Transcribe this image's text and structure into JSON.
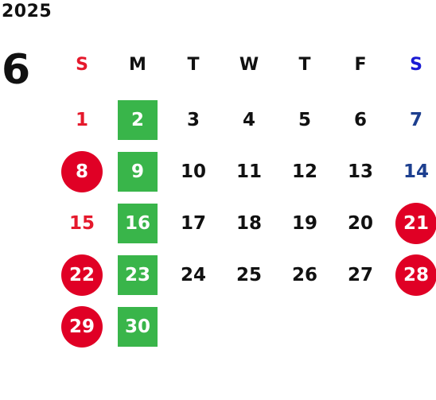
{
  "year": "2025",
  "month": "6",
  "weekdays": [
    "S",
    "M",
    "T",
    "W",
    "T",
    "F",
    "S"
  ],
  "weeks": [
    [
      "1",
      "2",
      "3",
      "4",
      "5",
      "6",
      "7"
    ],
    [
      "8",
      "9",
      "10",
      "11",
      "12",
      "13",
      "14"
    ],
    [
      "15",
      "16",
      "17",
      "18",
      "19",
      "20",
      "21"
    ],
    [
      "22",
      "23",
      "24",
      "25",
      "26",
      "27",
      "28"
    ],
    [
      "29",
      "30",
      "",
      "",
      "",
      "",
      ""
    ]
  ],
  "colors": {
    "sunday_text": "#e5192c",
    "saturday_text": "#1d3f8f",
    "saturday_header": "#1a1ad4",
    "monday_box": "#39b54a",
    "holiday_circle": "#e00025"
  },
  "marked_days": {
    "green_box": [
      "2",
      "9",
      "16",
      "23",
      "30"
    ],
    "red_circle": [
      "8",
      "21",
      "22",
      "28",
      "29"
    ]
  }
}
